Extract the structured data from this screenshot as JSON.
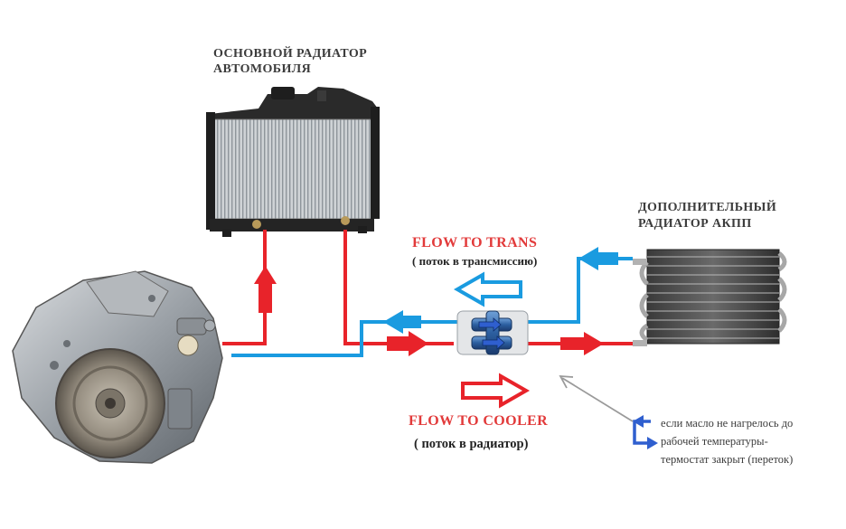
{
  "labels": {
    "main_radiator_line1": "ОСНОВНОЙ РАДИАТОР",
    "main_radiator_line2": "АВТОМОБИЛЯ",
    "aux_radiator_line1": "ДОПОЛНИТЕЛЬНЫЙ",
    "aux_radiator_line2": "РАДИАТОР АКПП",
    "flow_to_trans": "FLOW TO TRANS",
    "flow_to_trans_sub": "( поток в трансмиссию)",
    "flow_to_cooler": "FLOW TO COOLER",
    "flow_to_cooler_sub": "( поток в радиатор)",
    "note_line1": "если масло не нагрелось до",
    "note_line2": "рабочей температуры-",
    "note_line3": "термостат закрыт (переток)"
  },
  "colors": {
    "hot_line": "#e8232a",
    "cool_line": "#1a9be0",
    "bypass_arrow": "#2f5fcf",
    "pointer": "#9a9a9a",
    "caption_red": "#e23a3a",
    "caption_dark": "#3c3c3c"
  },
  "icons": {
    "engine": "transmission-image",
    "radiator": "radiator-image",
    "cooler": "transmission-cooler-image",
    "valve": "thermostat-valve-image"
  }
}
